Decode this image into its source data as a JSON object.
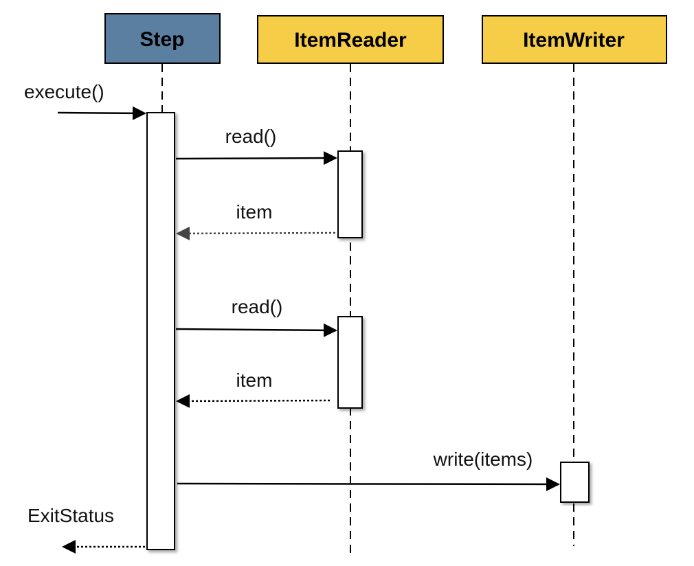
{
  "participants": {
    "step": {
      "label": "Step",
      "fill": "#5A7FA1"
    },
    "item_reader": {
      "label": "ItemReader",
      "fill": "#F5CD47"
    },
    "item_writer": {
      "label": "ItemWriter",
      "fill": "#F5CD47"
    }
  },
  "messages": {
    "execute": "execute()",
    "read_1": "read()",
    "item_1": "item",
    "read_2": "read()",
    "item_2": "item",
    "write": "write(items)",
    "exit_status": "ExitStatus"
  },
  "colors": {
    "line": "#000000",
    "activation_fill": "#ffffff"
  }
}
